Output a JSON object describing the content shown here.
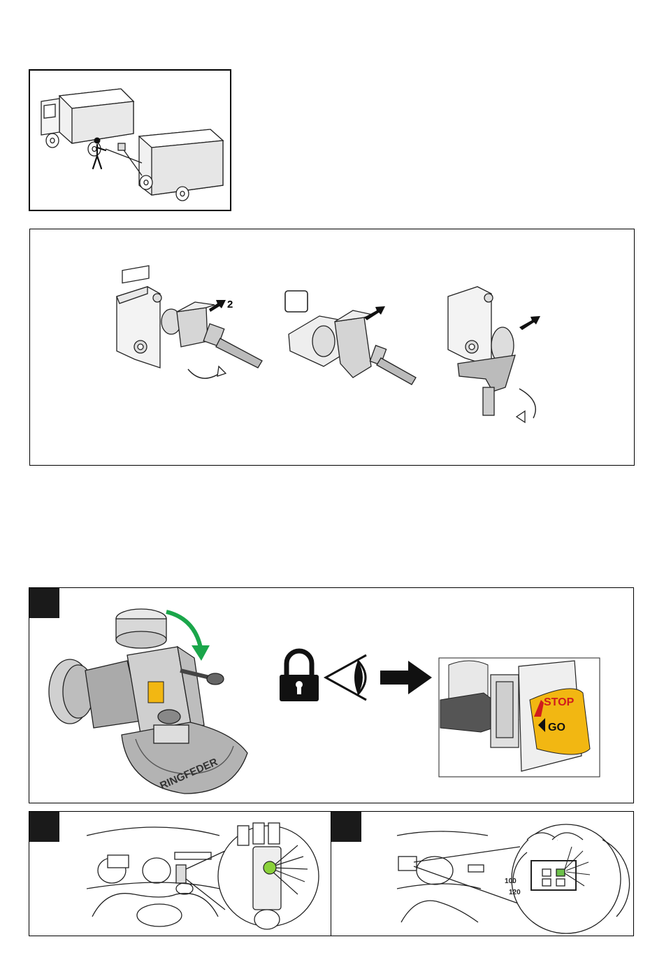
{
  "figures": {
    "truck_trailer": {
      "icon": "truck-trailer-person-illustration"
    },
    "coupling_steps": {
      "step_one_arrow_label": "2",
      "checkbox_label": "",
      "icons": [
        "coupling-lever-arrow-icon",
        "checkbox-icon",
        "rotate-arrow-icon"
      ]
    },
    "coupling_check": {
      "brand_text": "RINGFEDER",
      "indicator_stop": "STOP",
      "indicator_go": "GO",
      "stop_color": "#f2b712",
      "arrow_color": "#1aa64a",
      "icons": [
        "padlock-icon",
        "eye-icon",
        "right-arrow-icon"
      ]
    },
    "dashboard_left": {
      "icon": "dashboard-indicator-led-icon",
      "led_color": "#8ad13a"
    },
    "dashboard_right": {
      "icon": "dashboard-display-indicator-icon",
      "speedo_100": "100",
      "speedo_120": "120",
      "led_color": "#6cc04a"
    }
  }
}
